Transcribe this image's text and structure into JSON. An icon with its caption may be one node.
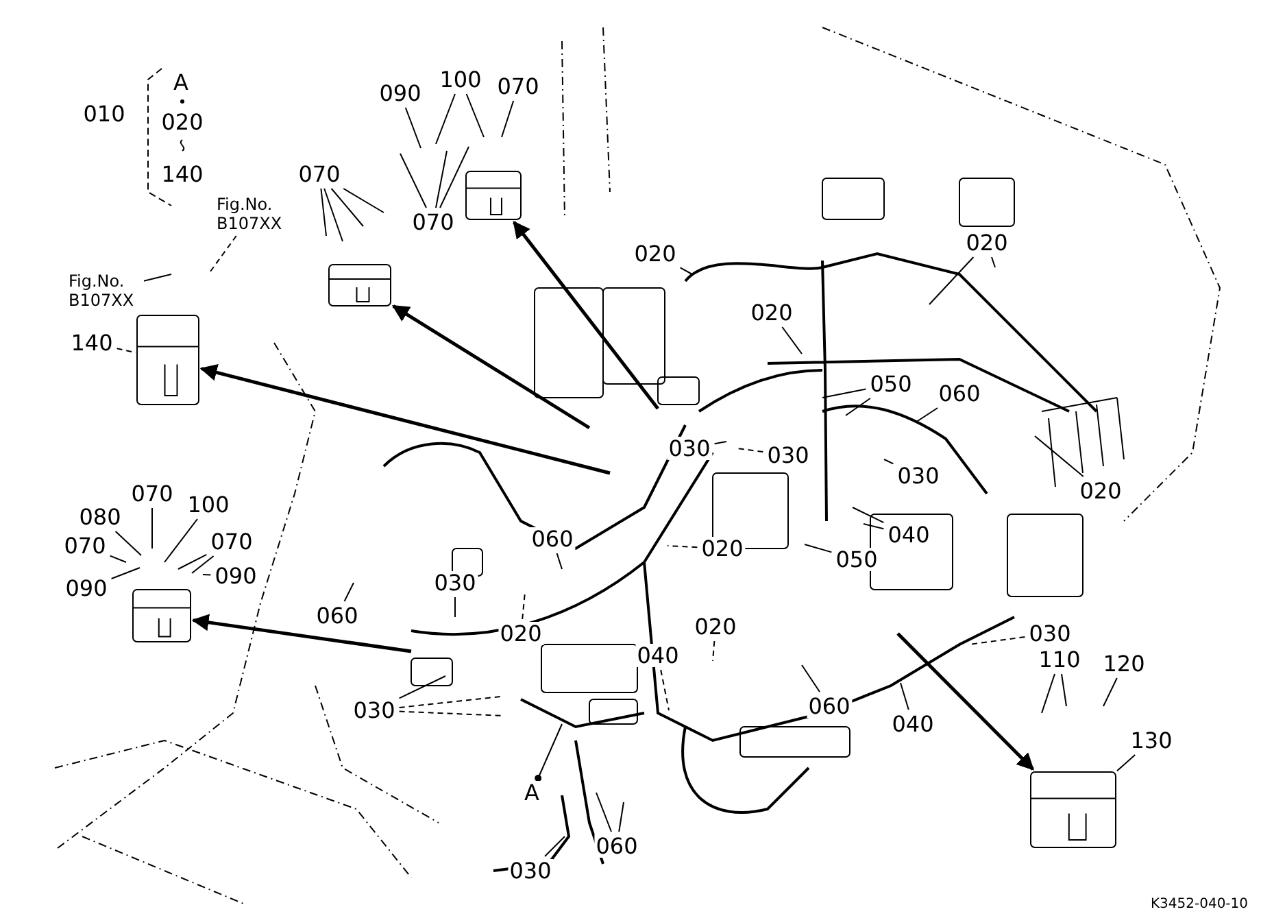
{
  "diagram": {
    "nodes": [
      {
        "text": [
          "090"
        ]
      },
      {
        "text": [
          "100"
        ]
      },
      {
        "text": [
          "070"
        ]
      },
      {
        "text": [
          "070"
        ]
      },
      {
        "text": [
          "Fig.No. B107XX"
        ]
      },
      {
        "text": [
          "070"
        ]
      },
      {
        "text": [
          "020"
        ]
      },
      {
        "text": [
          "020"
        ]
      },
      {
        "text": [
          "Fig.No. B107XX"
        ]
      },
      {
        "text": [
          "020"
        ]
      },
      {
        "text": [
          "140"
        ]
      },
      {
        "text": [
          "050"
        ]
      },
      {
        "text": [
          "060"
        ]
      },
      {
        "text": [
          "030"
        ]
      },
      {
        "text": [
          "030"
        ]
      },
      {
        "text": [
          "030"
        ]
      },
      {
        "text": [
          "020"
        ]
      },
      {
        "text": [
          "070"
        ]
      },
      {
        "text": [
          "100"
        ]
      },
      {
        "text": [
          "080"
        ]
      },
      {
        "text": [
          "040"
        ]
      },
      {
        "text": [
          "060"
        ]
      },
      {
        "text": [
          "070"
        ]
      },
      {
        "text": [
          "070"
        ]
      },
      {
        "text": [
          "020"
        ]
      },
      {
        "text": [
          "050"
        ]
      },
      {
        "text": [
          "090"
        ]
      },
      {
        "text": [
          "030"
        ]
      },
      {
        "text": [
          "090"
        ]
      },
      {
        "text": [
          "060"
        ]
      },
      {
        "text": [
          "020"
        ]
      },
      {
        "text": [
          "030"
        ]
      },
      {
        "text": [
          "020"
        ]
      },
      {
        "text": [
          "040"
        ]
      },
      {
        "text": [
          "110"
        ]
      },
      {
        "text": [
          "120"
        ]
      },
      {
        "text": [
          "030"
        ]
      },
      {
        "text": [
          "060"
        ]
      },
      {
        "text": [
          "040"
        ]
      },
      {
        "text": [
          "130"
        ]
      },
      {
        "text": [
          "A"
        ]
      },
      {
        "text": [
          "060"
        ]
      },
      {
        "text": [
          "030"
        ]
      },
      {
        "text": [
          "010"
        ]
      },
      {
        "text": [
          "A"
        ]
      },
      {
        "text": [
          "020"
        ]
      },
      {
        "text": [
          "140"
        ]
      },
      {
        "text": [],
        "shape": "box"
      },
      {
        "text": [],
        "shape": "box"
      },
      {
        "text": [],
        "shape": "box"
      },
      {
        "text": [],
        "shape": "box"
      },
      {
        "text": [],
        "shape": "box"
      }
    ],
    "edges": [
      {
        "from": 0,
        "to": null,
        "arrow": "none"
      },
      {
        "from": 1,
        "to": null,
        "arrow": "none"
      },
      {
        "from": 1,
        "to": null,
        "arrow": "none"
      },
      {
        "from": 2,
        "to": null,
        "arrow": "none"
      },
      {
        "from": 3,
        "to": null,
        "arrow": "none"
      },
      {
        "from": 3,
        "to": null,
        "arrow": "none"
      },
      {
        "from": 3,
        "to": null,
        "arrow": "none"
      },
      {
        "from": 3,
        "to": null,
        "arrow": "none"
      },
      {
        "from": 4,
        "to": null,
        "arrow": "none",
        "style": "dashed"
      },
      {
        "from": 5,
        "to": null,
        "arrow": "none"
      },
      {
        "from": 5,
        "to": null,
        "arrow": "none"
      },
      {
        "from": 5,
        "to": null,
        "arrow": "none"
      },
      {
        "from": 6,
        "to": null,
        "arrow": "none"
      },
      {
        "from": 7,
        "to": null,
        "arrow": "none"
      },
      {
        "from": 7,
        "to": null,
        "arrow": "none"
      },
      {
        "from": 8,
        "to": null,
        "arrow": "none"
      },
      {
        "from": 9,
        "to": null,
        "arrow": "none"
      },
      {
        "from": 10,
        "to": 47,
        "arrow": "none",
        "style": "dashed"
      },
      {
        "from": 11,
        "to": null,
        "arrow": "none"
      },
      {
        "from": 11,
        "to": null,
        "arrow": "none"
      },
      {
        "from": 12,
        "to": null,
        "arrow": "none"
      },
      {
        "from": 13,
        "to": null,
        "arrow": "none"
      },
      {
        "from": 14,
        "to": null,
        "arrow": "none",
        "style": "dashed"
      },
      {
        "from": 15,
        "to": null,
        "arrow": "none"
      },
      {
        "from": 16,
        "to": null,
        "arrow": "none"
      },
      {
        "from": 17,
        "to": null,
        "arrow": "none"
      },
      {
        "from": 18,
        "to": null,
        "arrow": "none"
      },
      {
        "from": 19,
        "to": null,
        "arrow": "none"
      },
      {
        "from": 20,
        "to": null,
        "arrow": "none"
      },
      {
        "from": 20,
        "to": null,
        "arrow": "none"
      },
      {
        "from": 21,
        "to": null,
        "arrow": "none"
      },
      {
        "from": 22,
        "to": null,
        "arrow": "none"
      },
      {
        "from": 22,
        "to": null,
        "arrow": "none"
      },
      {
        "from": 23,
        "to": null,
        "arrow": "none"
      },
      {
        "from": 24,
        "to": null,
        "arrow": "none",
        "style": "dashed"
      },
      {
        "from": 25,
        "to": null,
        "arrow": "none"
      },
      {
        "from": 26,
        "to": null,
        "arrow": "none"
      },
      {
        "from": 27,
        "to": null,
        "arrow": "none"
      },
      {
        "from": 28,
        "to": null,
        "arrow": "none"
      },
      {
        "from": 29,
        "to": null,
        "arrow": "none"
      },
      {
        "from": 30,
        "to": null,
        "arrow": "none",
        "style": "dashed"
      },
      {
        "from": 31,
        "to": null,
        "arrow": "none",
        "style": "dashed"
      },
      {
        "from": 32,
        "to": null,
        "arrow": "none",
        "style": "dashed"
      },
      {
        "from": 33,
        "to": null,
        "arrow": "none",
        "style": "dashed"
      },
      {
        "from": 34,
        "to": null,
        "arrow": "none"
      },
      {
        "from": 34,
        "to": null,
        "arrow": "none"
      },
      {
        "from": 35,
        "to": null,
        "arrow": "none"
      },
      {
        "from": 36,
        "to": null,
        "arrow": "none"
      },
      {
        "from": 36,
        "to": null,
        "arrow": "none",
        "style": "dashed"
      },
      {
        "from": 36,
        "to": null,
        "arrow": "none",
        "style": "dashed"
      },
      {
        "from": 37,
        "to": null,
        "arrow": "none"
      },
      {
        "from": 38,
        "to": null,
        "arrow": "none"
      },
      {
        "from": 39,
        "to": 51,
        "arrow": "none"
      },
      {
        "from": 40,
        "to": null,
        "arrow": "other"
      },
      {
        "from": 41,
        "to": null,
        "arrow": "none"
      },
      {
        "from": 41,
        "to": null,
        "arrow": "none"
      },
      {
        "from": 42,
        "to": null,
        "arrow": "none"
      },
      {
        "from": null,
        "to": 47,
        "arrow": "to",
        "style": "thick"
      },
      {
        "from": null,
        "to": 48,
        "arrow": "to",
        "style": "thick"
      },
      {
        "from": null,
        "to": 49,
        "arrow": "to",
        "style": "thick"
      },
      {
        "from": null,
        "to": 50,
        "arrow": "to",
        "style": "thick"
      },
      {
        "from": null,
        "to": 51,
        "arrow": "to",
        "style": "thick"
      }
    ],
    "labels": [
      "K3452-040-10"
    ]
  }
}
